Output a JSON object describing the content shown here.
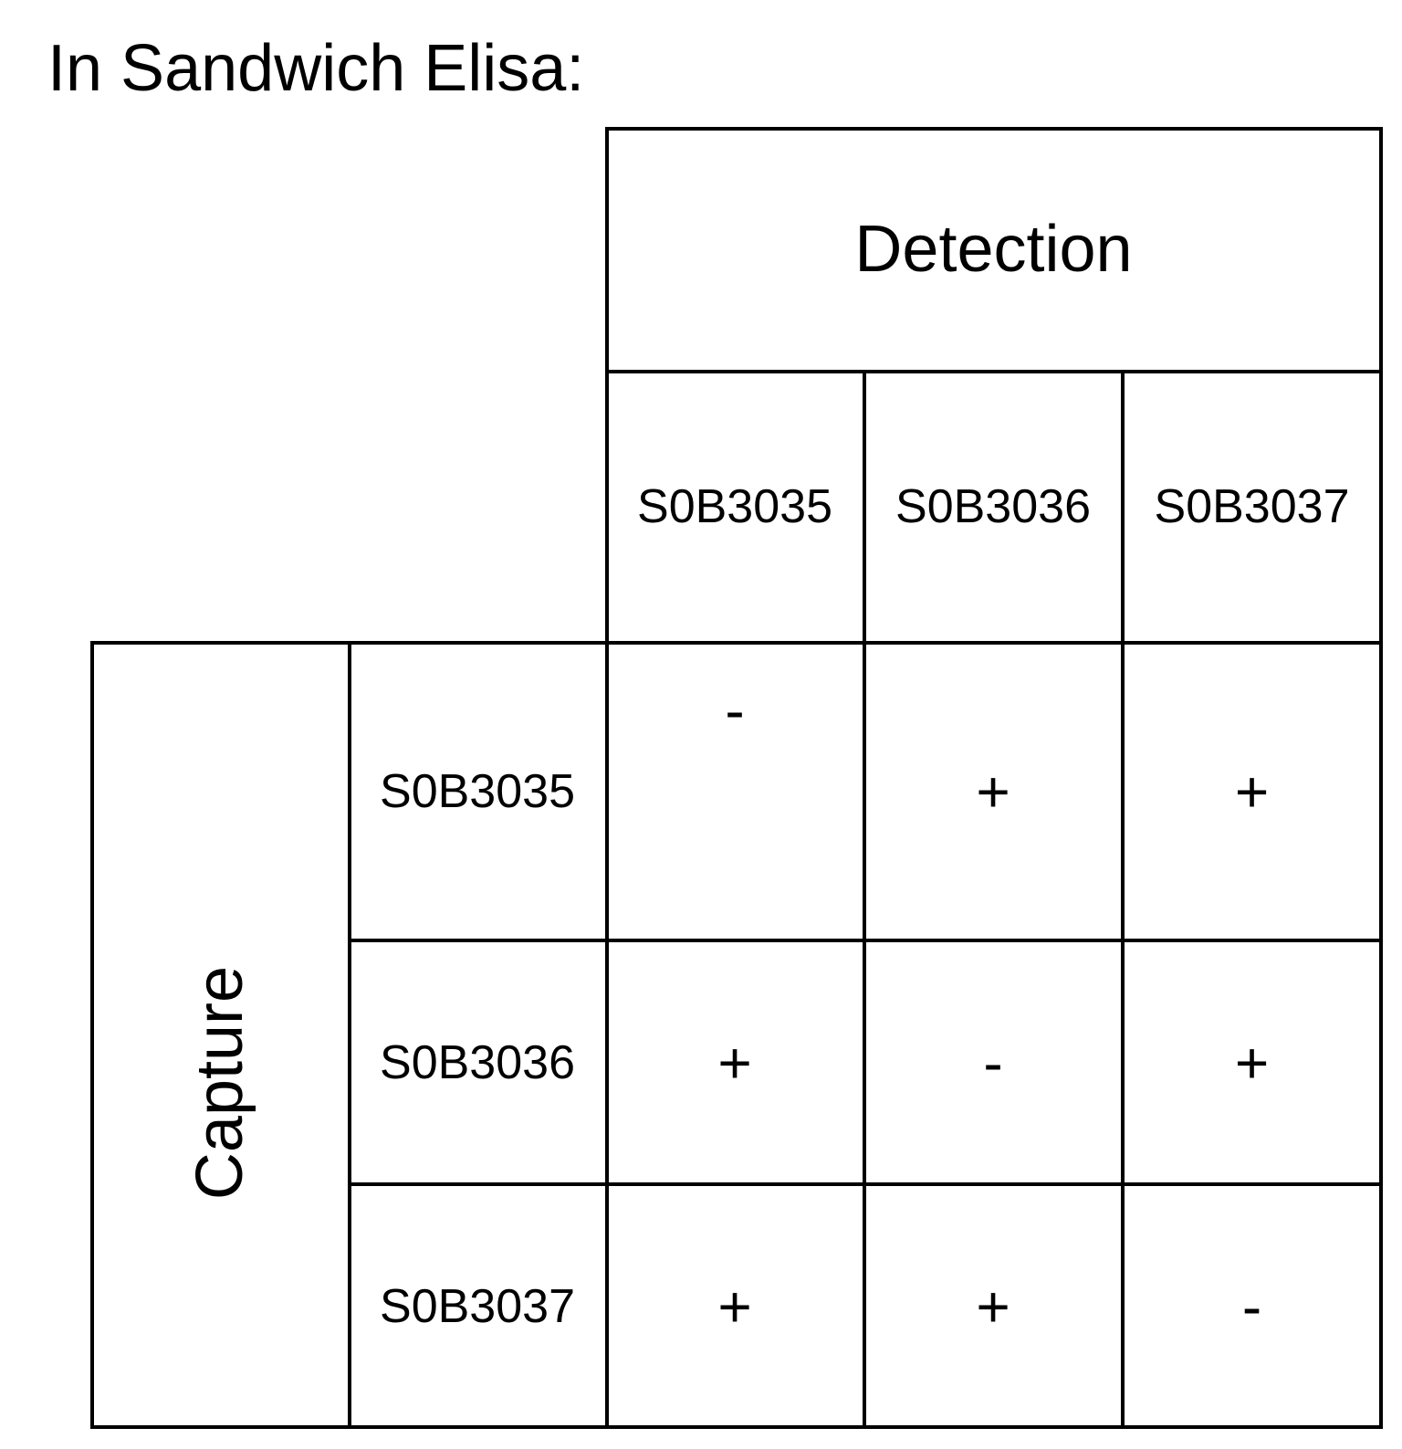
{
  "title": "In Sandwich Elisa:",
  "detection_label": "Detection",
  "capture_label": "Capture",
  "column_headers": [
    "S0B3035",
    "S0B3036",
    "S0B3037"
  ],
  "row_headers": [
    "S0B3035",
    "S0B3036",
    "S0B3037"
  ],
  "cells": [
    [
      "-",
      "+",
      "+"
    ],
    [
      "+",
      "-",
      "+"
    ],
    [
      "+",
      "+",
      "-"
    ]
  ]
}
